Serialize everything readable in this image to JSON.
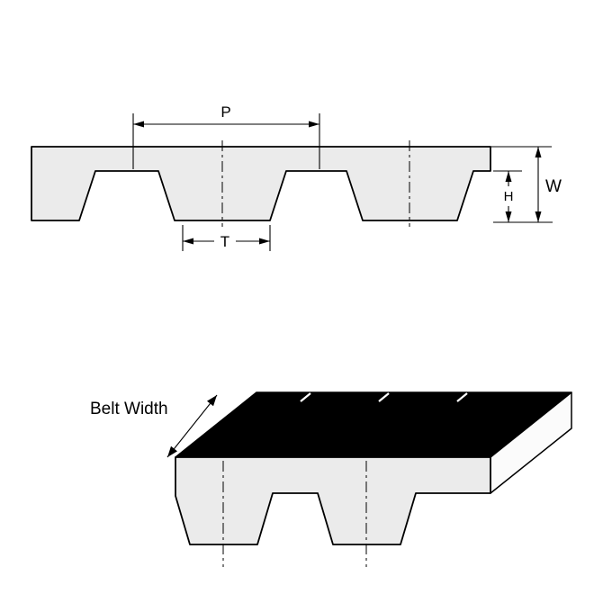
{
  "diagram": {
    "labels": {
      "pitch": "P",
      "tooth_width": "T",
      "tooth_height": "H",
      "belt_thickness": "W",
      "belt_width": "Belt Width"
    },
    "colors": {
      "background": "#ffffff",
      "belt_fill": "#ebebeb",
      "belt_top_fill": "#000000",
      "end_face_fill": "#fbfbfb",
      "line": "#000000"
    }
  }
}
